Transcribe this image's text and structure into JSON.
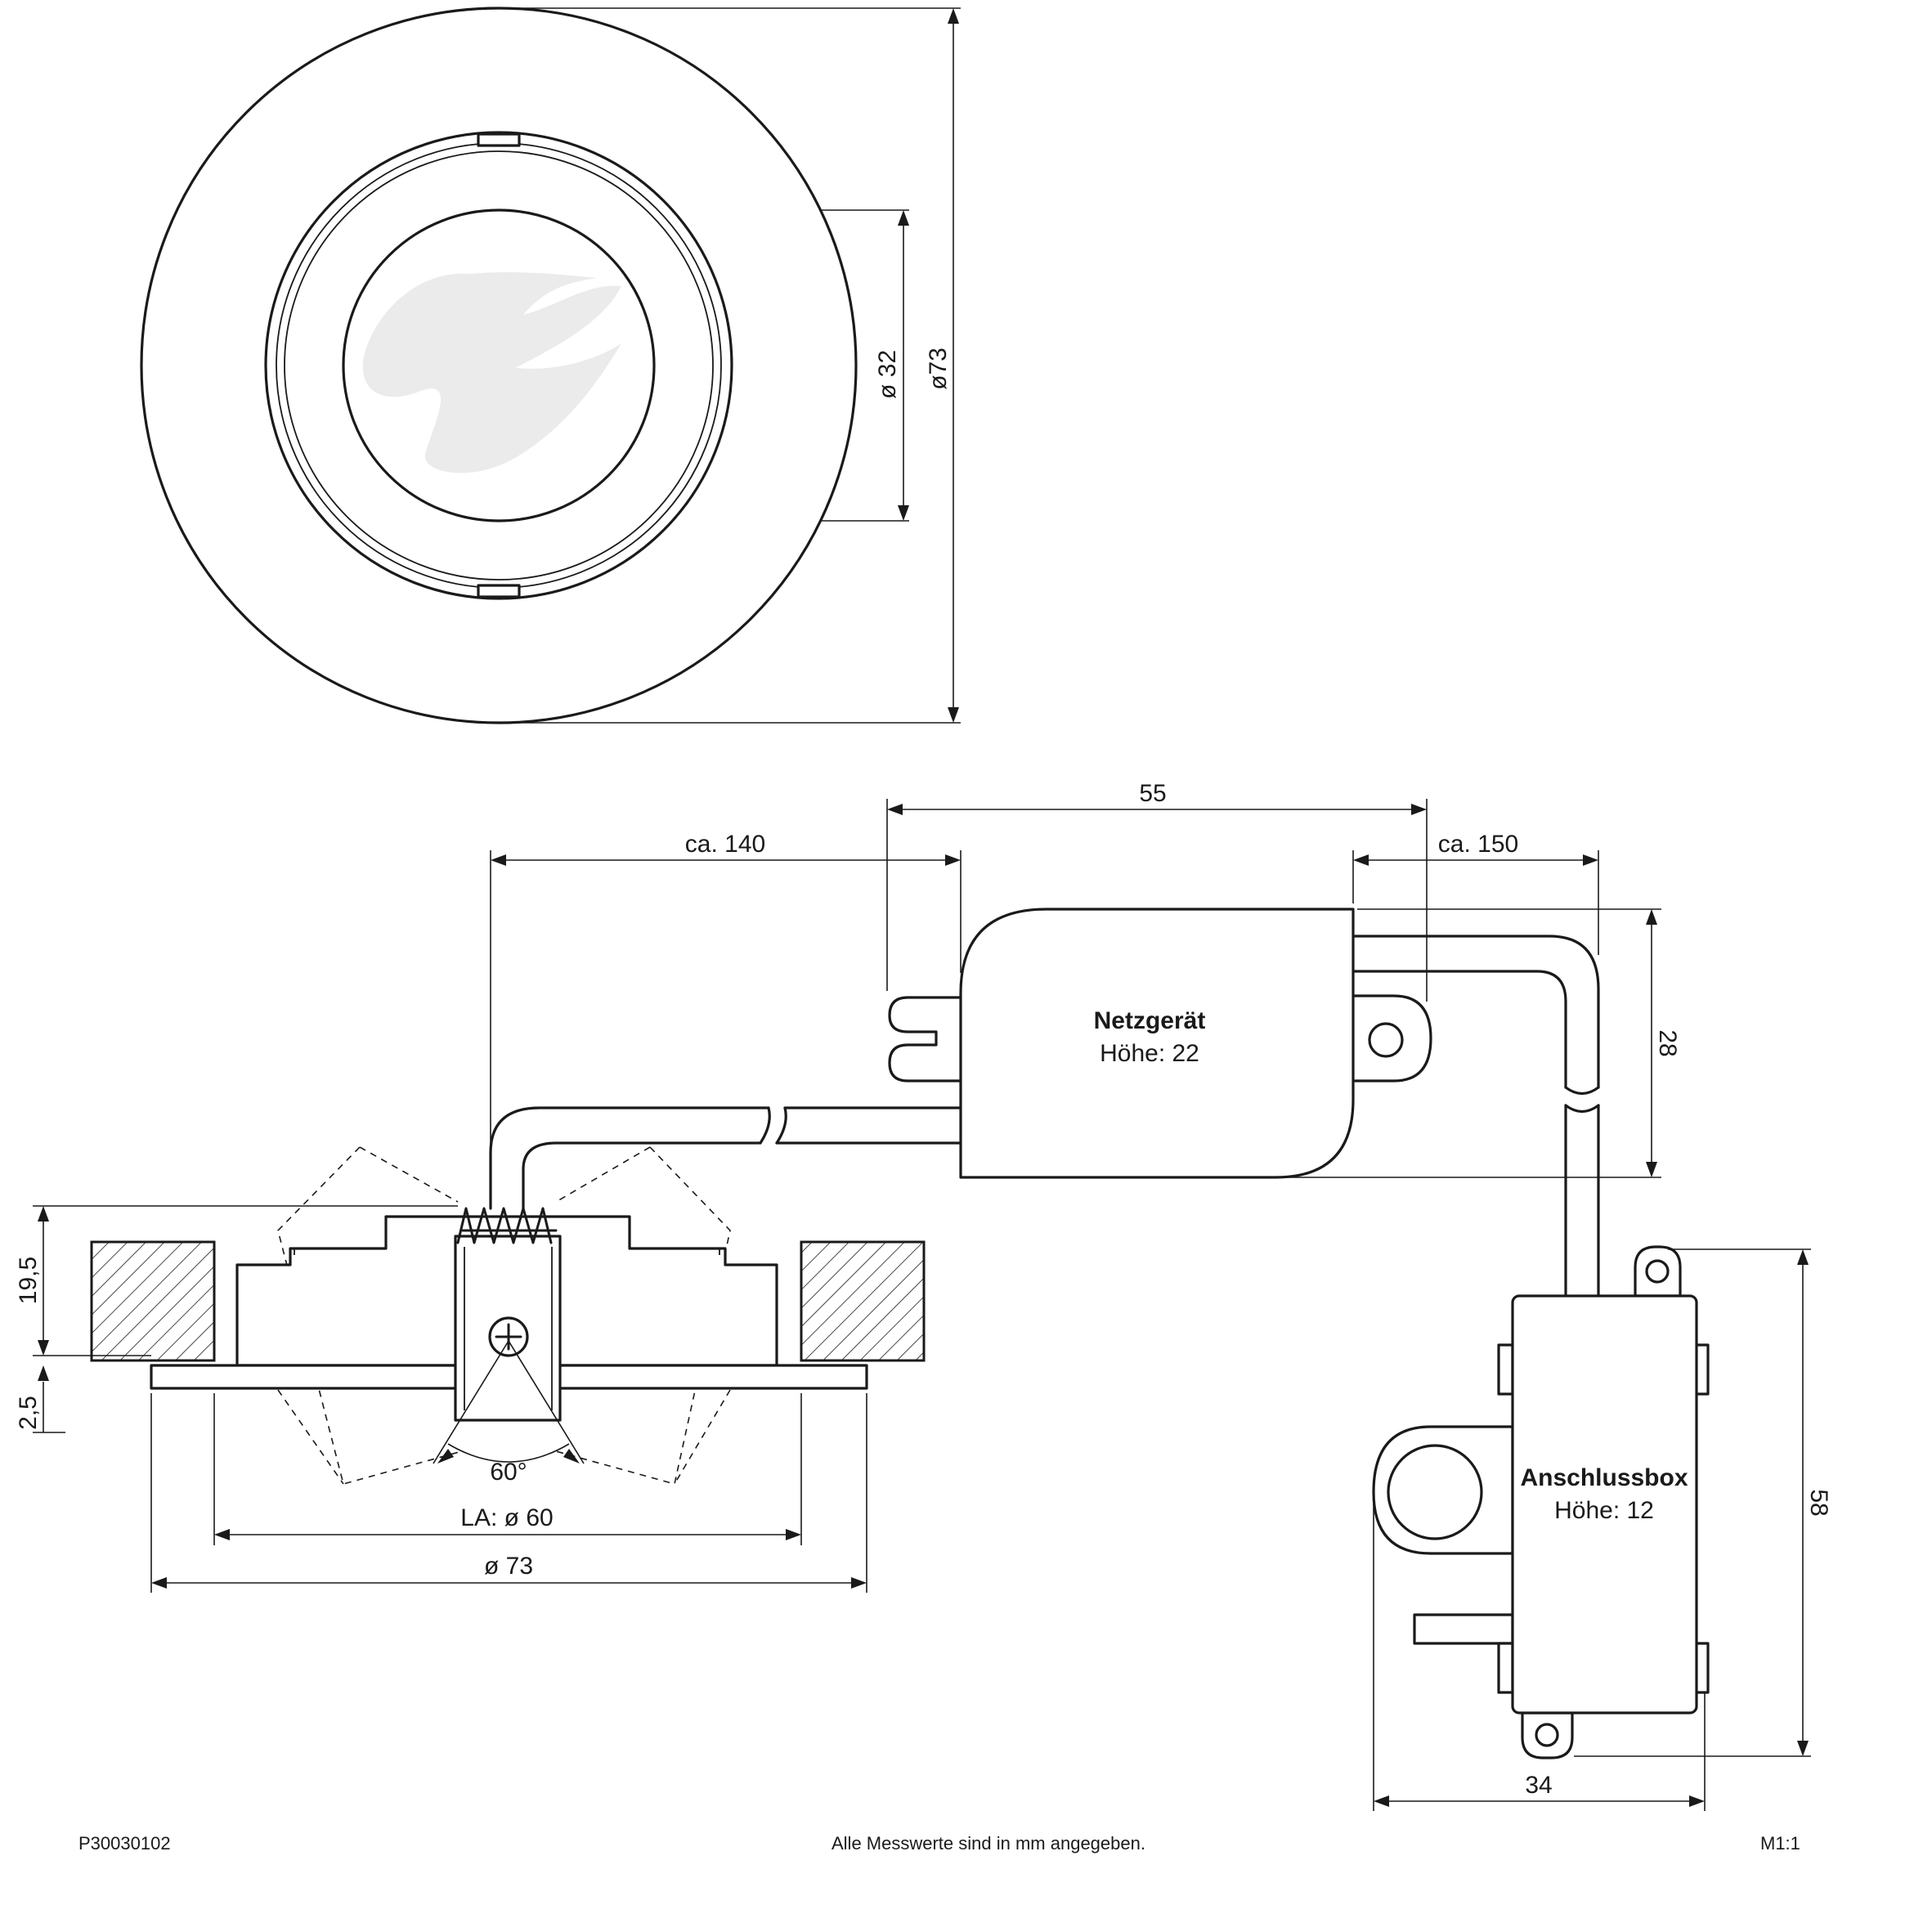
{
  "top_view": {
    "dim_inner": "ø 32",
    "dim_outer": "ø73"
  },
  "side_view": {
    "dim_height": "19,5",
    "dim_rim": "2,5",
    "dim_angle": "60°",
    "dim_cutout": "LA: ø 60",
    "dim_outer": "ø 73"
  },
  "driver": {
    "title": "Netzgerät",
    "height": "Höhe: 22",
    "dim_cable_in": "ca. 140",
    "dim_length": "55",
    "dim_cable_out": "ca. 150",
    "dim_width": "28"
  },
  "junction_box": {
    "title": "Anschlussbox",
    "height": "Höhe: 12",
    "dim_height": "58",
    "dim_width": "34"
  },
  "footer": {
    "article": "P30030102",
    "note": "Alle Messwerte sind in mm angegeben.",
    "scale": "M1:1"
  }
}
